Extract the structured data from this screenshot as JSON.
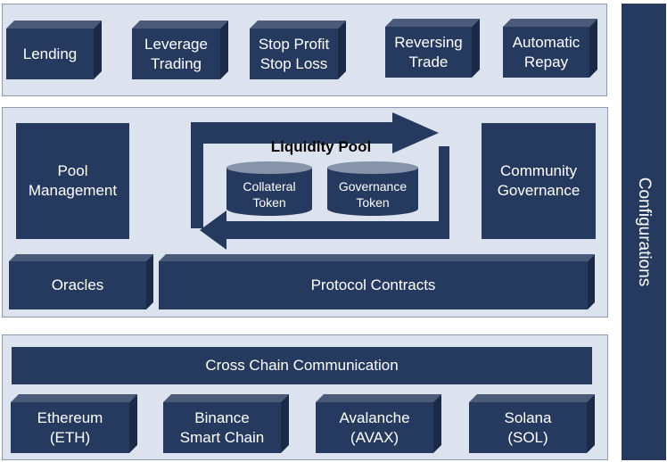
{
  "colors": {
    "box": "#253a5e",
    "box_top": "#4a5a78",
    "box_side": "#1b2a46",
    "panel": "#dde3ee",
    "panel_border": "#8d9bb0"
  },
  "features": {
    "items": [
      {
        "label": "Lending"
      },
      {
        "label": "Leverage\nTrading"
      },
      {
        "label": "Stop Profit\nStop Loss"
      },
      {
        "label": "Reversing\nTrade"
      },
      {
        "label": "Automatic\nRepay"
      }
    ]
  },
  "core": {
    "pool_management": "Pool\nManagement",
    "community_governance": "Community\nGovernance",
    "liquidity_pool": {
      "title": "Liquidity Pool",
      "tokens": [
        {
          "label": "Collateral\nToken"
        },
        {
          "label": "Governance\nToken"
        }
      ]
    },
    "oracles": "Oracles",
    "protocol_contracts": "Protocol Contracts"
  },
  "chains": {
    "cross_chain": "Cross Chain Communication",
    "items": [
      {
        "label": "Ethereum\n(ETH)"
      },
      {
        "label": "Binance\nSmart Chain"
      },
      {
        "label": "Avalanche\n(AVAX)"
      },
      {
        "label": "Solana\n(SOL)"
      }
    ]
  },
  "configurations": "Configurations"
}
